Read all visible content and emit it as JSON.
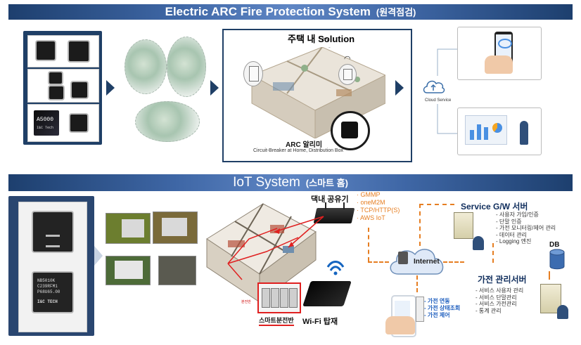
{
  "top_banner": {
    "title": "Electric ARC Fire Protection System",
    "subtitle": "(원격점검)"
  },
  "top_chips": {
    "labels": [
      "A5000",
      "I&C Tech"
    ]
  },
  "house_panel": {
    "title": "주택 내 Solution",
    "product": "ARC 알리미",
    "caption": "Circuit-Breaker at Home, Distribution Box"
  },
  "cloud": {
    "label": "Cloud Service"
  },
  "bottom_banner": {
    "title": "IoT System",
    "subtitle": "(스마트 홈)"
  },
  "bottom_chips": {
    "chip2_lines": [
      "NB5010K",
      "C239RFM1",
      "P68U65.00",
      "I&C TECH"
    ]
  },
  "home_router": {
    "title": "댁내 공유기",
    "protocols": [
      "GMMP",
      "oneM2M",
      "TCP/HTTP(S)",
      "AWS IoT"
    ]
  },
  "internet": {
    "label": "Internet"
  },
  "service_gw": {
    "title": "Service G/W 서버",
    "items": [
      "사용자 가입/인증",
      "단말 인증",
      "가전 모니터링/제어 관리",
      "데이터 관리",
      "Logging 엔진"
    ]
  },
  "db": {
    "label": "DB"
  },
  "appliance_server": {
    "title": "가전 관리서버",
    "items": [
      "서비스 사용자 관리",
      "서비스 단말관리",
      "서비스 가전관리",
      "통계 관리"
    ]
  },
  "phone_features": {
    "items": [
      "가전 연동",
      "가전 상태조회",
      "가전 제어"
    ]
  },
  "smart_panel": {
    "label": "스마트분전반",
    "small_label": "분전반"
  },
  "wifi": {
    "label": "Wi-Fi 탑재"
  },
  "colors": {
    "banner": "#3f67a6",
    "navy": "#1f3f66",
    "accent_orange": "#e67e22",
    "feature_blue": "#1f5fbf"
  }
}
